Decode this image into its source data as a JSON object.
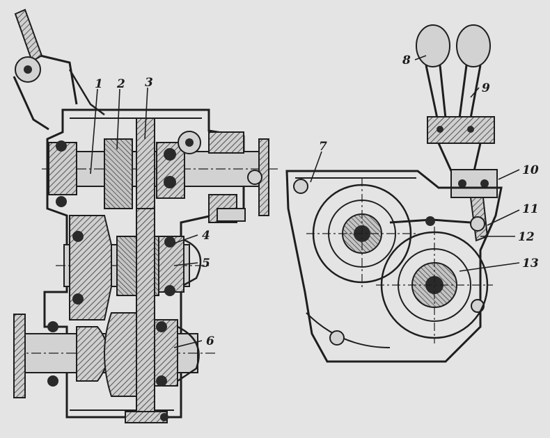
{
  "left_view": {
    "labels": [
      "1",
      "2",
      "3",
      "4",
      "5",
      "6"
    ]
  },
  "right_view": {
    "labels": [
      "7",
      "8",
      "9",
      "10",
      "11",
      "12",
      "13"
    ]
  },
  "colors": {
    "ink": "#1e1e1e",
    "paper": "#e4e4e4",
    "shade": "#bdbdbd"
  }
}
